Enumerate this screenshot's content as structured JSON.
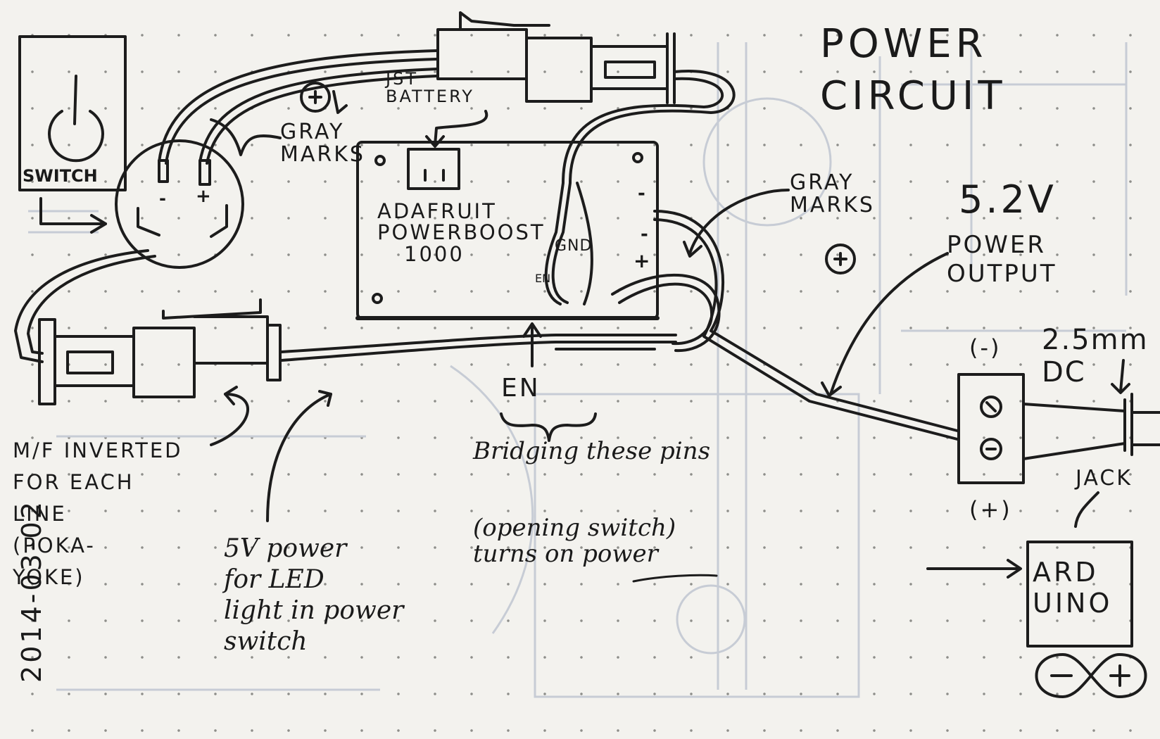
{
  "diagram": {
    "title_line1": "POWER",
    "title_line2": "CIRCUIT",
    "date": "2014-03-02",
    "switch_label": "SWITCH",
    "switch_terminal_minus": "-",
    "switch_terminal_plus": "+",
    "gray_marks_switch": "GRAY\nMARKS",
    "gray_marks_board": "GRAY\nMARKS",
    "jst_label": "JST\nBATTERY",
    "board_line1": "ADAFRUIT",
    "board_line2": "POWERBOOST",
    "board_line3": "1000",
    "board_gnd": "GND",
    "board_en_pin": "EN",
    "board_minus": "-",
    "board_plus": "+",
    "output_voltage": "5.2V",
    "output_label": "POWER\nOUTPUT",
    "connector_note": "M/F INVERTED\nFOR EACH\nLINE\n(POKA-\nYOKE)",
    "en_label": "EN",
    "bridging_line1": "Bridging these pins",
    "bridging_line2": "(opening switch)\nturns on power",
    "led_note": "5V power\nfor LED\nlight in power\nswitch",
    "dc_minus": "(-)",
    "dc_plus": "(+)",
    "dc_size": "2.5mm\nDC",
    "jack_label": "JACK",
    "arduino_label": "ARD\nUINO"
  },
  "colors": {
    "ink": "#1a1a1a",
    "paper": "#f3f2ee",
    "dot": "#8e8e8a",
    "ghost": "#c9ced6"
  },
  "icons": [
    "power-icon",
    "plus-circle-icon",
    "arrow-icon",
    "infinity-logo-icon"
  ]
}
